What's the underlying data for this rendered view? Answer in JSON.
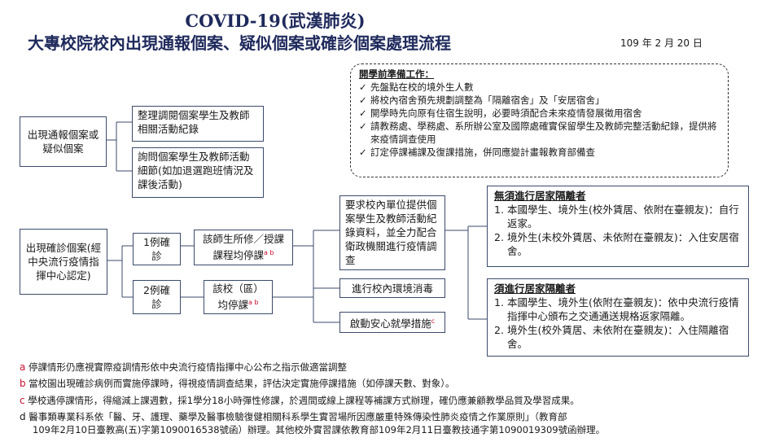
{
  "header": {
    "title": "COVID-19(武漢肺炎)",
    "subtitle": "大專校院校內出現通報個案、疑似個案或確診個案處理流程",
    "date": "109 年 2 月 20 日"
  },
  "prep": {
    "title": "開學前準備工作：",
    "items": [
      "先盤點在校的境外生人數",
      "將校內宿舍預先規劃調整為「隔離宿舍」及「安居宿舍」",
      "開學時先向原有住宿生說明，必要時須配合未來疫情發展徵用宿舍",
      "請教務處、學務處、系所辦公室及國際處確實保留學生及教師完整活動紀錄，提供將來疫情調查使用",
      "訂定停課補課及復課措施，併同應變計畫報教育部備查"
    ],
    "check": "✓"
  },
  "flow": {
    "report_case": "出現通報個案或疑似個案",
    "action1": "整理調閱個案學生及教師相關活動紀錄",
    "action2": "詢問個案學生及教師活動細節(如加退選跑班情況及課後活動)",
    "confirmed": "出現確診個案(經中央流行疫情指揮中心認定)",
    "one_case": "1例確診",
    "two_case": "2例確診",
    "suspend1": "該師生所修／授課課程均停課",
    "suspend2": "該校（區）均停課",
    "sup_ab": "a b",
    "request": "要求校內單位提供個案學生及教師活動紀錄資料，並全力配合衛政機關進行疫情調查",
    "disinfect": "進行校內環境消毒",
    "reassure": "啟動安心就學措施",
    "sup_c": "c"
  },
  "no_quarantine": {
    "title": "無須進行居家隔離者",
    "items": [
      {
        "num": "1.",
        "text": "本國學生、境外生(校外賃居、依附在臺親友)：自行返家。"
      },
      {
        "num": "2.",
        "text": "境外生(未校外賃居、未依附在臺親友)：入住安居宿舍。"
      }
    ]
  },
  "quarantine": {
    "title": "須進行居家隔離者",
    "items": [
      {
        "num": "1.",
        "text": "本國學生、境外生(依附在臺親友)：依中央流行疫情指揮中心頒布之交通通送規格返家隔離。"
      },
      {
        "num": "2.",
        "text": "境外生(校外賃居、未依附在臺親友)：入住隔離宿舍。"
      }
    ]
  },
  "notes": [
    {
      "mark": "a",
      "text": "停課情形仍應視實際疫調情形依中央流行疫情指揮中心公布之指示做適當調整"
    },
    {
      "mark": "b",
      "text": "當校園出現確診病例而實施停課時，得視疫情調查結果，評估決定實施停課措施（如停課天數、對象）。"
    },
    {
      "mark": "c",
      "text": "學校遇停課情形，得縮減上課週數，採1學分18小時彈性修課，於週間或線上課程等補課方式辦理，確仍應兼顧教學品質及學習成果。"
    },
    {
      "mark": "d",
      "text": "醫事類專業科系依「醫、牙、護理、藥學及醫事檢驗復健相關科系學生實習場所因應嚴重特殊傳染性肺炎疫情之作業原則」（教育部"
    },
    {
      "mark": "",
      "text": "109年2月10日臺教高(五)字第1090016538號函）辦理。其他校外實習課依教育部109年2月11日臺教技通字第1090019309號函辦理。"
    }
  ]
}
